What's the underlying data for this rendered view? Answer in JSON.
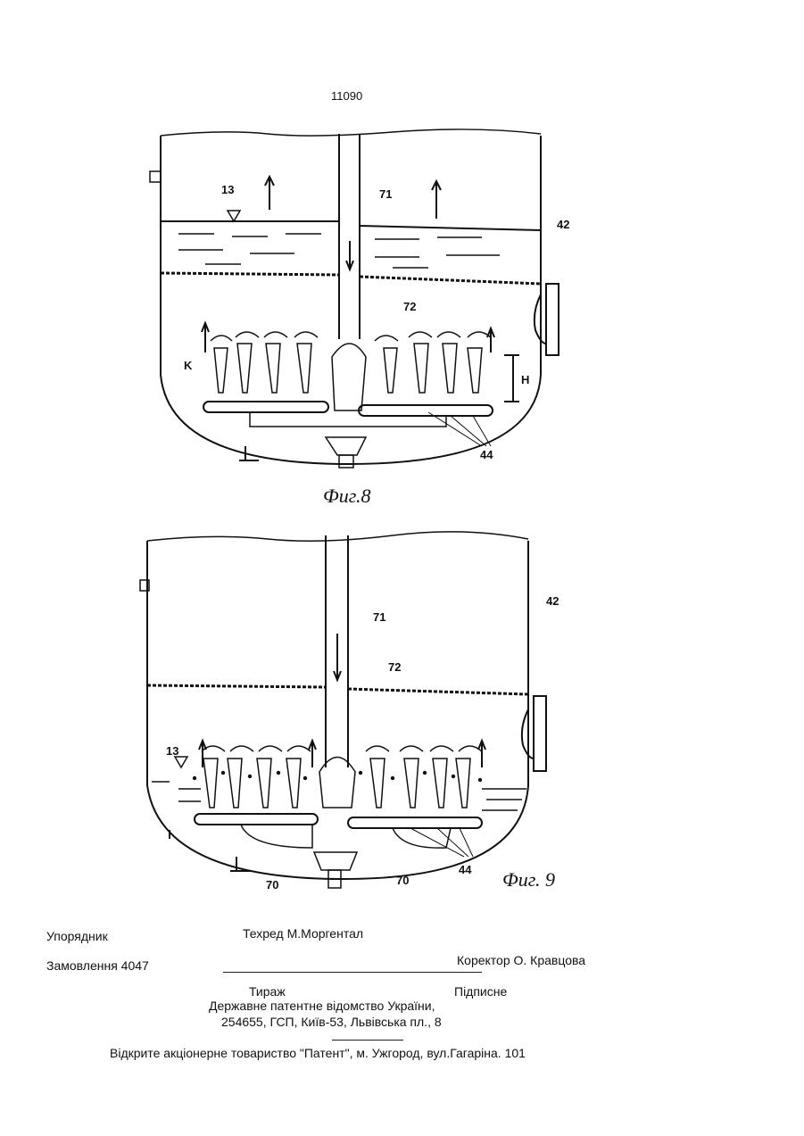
{
  "page_number": "11090",
  "figure8": {
    "caption": "Фиг.8",
    "labels": [
      "13",
      "71",
      "42",
      "72",
      "K",
      "H",
      "44"
    ]
  },
  "figure9": {
    "caption": "Фиг. 9",
    "labels": [
      "71",
      "42",
      "72",
      "13",
      "44",
      "70",
      "70"
    ]
  },
  "footer": {
    "compiler": "Упорядник",
    "techred": "Техред М.Моргентал",
    "order": "Замовлення 4047",
    "proofreader": "Коректор  О. Кравцова",
    "circulation": "Тираж",
    "subscription": "Підписне",
    "office": "Державне  патентне  відомство  України,",
    "address": "254655, ГСП, Київ-53, Львівська пл., 8",
    "printer": "Відкрите акціонерне товариство  \"Патент\", м. Ужгород, вул.Гагаріна. 101"
  }
}
